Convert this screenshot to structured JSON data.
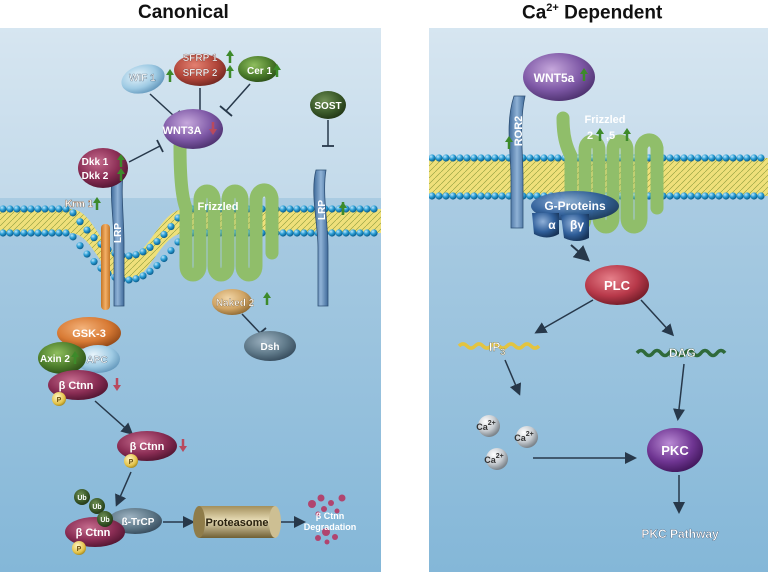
{
  "canonical": {
    "title": "Canonical",
    "labels": {
      "wif1": "WIF 1",
      "sfrp1": "SFRP 1",
      "sfrp2": "SFRP 2",
      "cer1": "Cer 1",
      "wnt3a": "WNT3A",
      "sost": "SOST",
      "dkk1": "Dkk 1",
      "dkk2": "Dkk 2",
      "krm1": "Krm 1",
      "lrp": "LRP",
      "frizzled": "Frizzled",
      "naked2": "Naked 2",
      "dsh": "Dsh",
      "gsk3": "GSK-3",
      "axin2": "Axin 2",
      "apc": "APC",
      "bctnn": "β Ctnn",
      "phospho": "P",
      "ub": "Ub",
      "btrcp": "ß-TrCP",
      "proteasome": "Proteasome",
      "degradation_1": "β Ctnn",
      "degradation_2": "Degradation"
    }
  },
  "calcium": {
    "title_main": "Ca",
    "title_sup": "2+",
    "title_rest": " Dependent",
    "labels": {
      "wnt5a": "WNT5a",
      "ror2": "ROR2",
      "frizzled_1": "Frizzled",
      "frizzled_2a": "2",
      "frizzled_2b": ",5",
      "gproteins": "G-Proteins",
      "alpha": "α",
      "betagamma": "βγ",
      "plc": "PLC",
      "ip": "IP",
      "ip_sub": "3",
      "dag": "DAG",
      "ca": "Ca",
      "ca_sup": "2+",
      "pkc": "PKC",
      "pkc_pathway": "PKC Pathway"
    }
  },
  "colors": {
    "up_arrow": "#3d8a2a",
    "down_arrow": "#b84a5e",
    "membrane_head": "#1d8fc9",
    "membrane_core": "#f2e46a"
  }
}
